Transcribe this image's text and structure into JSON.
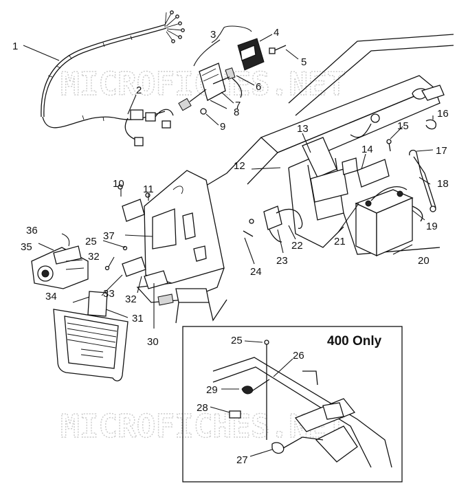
{
  "watermark": "MICROFICHES.NET",
  "inset_title": "400 Only",
  "callouts": [
    "1",
    "2",
    "3",
    "4",
    "5",
    "6",
    "7",
    "8",
    "9",
    "10",
    "11",
    "12",
    "13",
    "14",
    "15",
    "16",
    "17",
    "18",
    "19",
    "20",
    "21",
    "22",
    "23",
    "24",
    "25",
    "26",
    "27",
    "28",
    "29",
    "30",
    "31",
    "32",
    "33",
    "34",
    "35",
    "36",
    "37"
  ]
}
